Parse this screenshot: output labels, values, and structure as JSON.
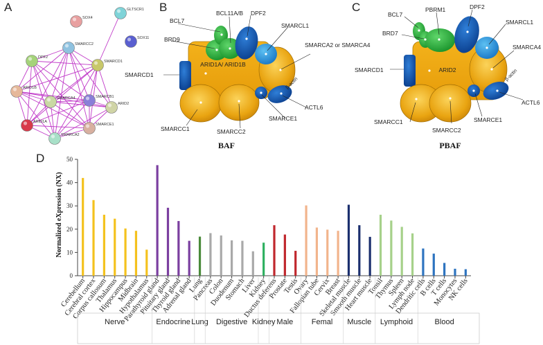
{
  "panels": {
    "a": "A",
    "b": "B",
    "c": "C",
    "d": "D"
  },
  "network": {
    "nodes": [
      {
        "id": "SOX4",
        "color": "#e8a0a0"
      },
      {
        "id": "GLTSCR1",
        "color": "#7fd3d8"
      },
      {
        "id": "SOX11",
        "color": "#5a5fd0"
      },
      {
        "id": "SMARCC2",
        "color": "#8fc2e0"
      },
      {
        "id": "DPF2",
        "color": "#a5d37a"
      },
      {
        "id": "SMARCD1",
        "color": "#c8c86a"
      },
      {
        "id": "ARID1B",
        "color": "#e6b89a"
      },
      {
        "id": "SMARCA4",
        "color": "#c9d9a3"
      },
      {
        "id": "SMARCB1",
        "color": "#8a7fd8"
      },
      {
        "id": "ARID2",
        "color": "#d0d4a6"
      },
      {
        "id": "ARID1A",
        "color": "#d83a4a"
      },
      {
        "id": "SMARCA2",
        "color": "#a8e0c8"
      },
      {
        "id": "SMARCE1",
        "color": "#d8b0a0"
      }
    ]
  },
  "baf": {
    "title": "BAF",
    "core": "ARID1A/ ARID1B",
    "labels": {
      "bcl7": "BCL7",
      "bcl11": "BCL11A/B",
      "dpf2": "DPF2",
      "smarcl1": "SMARCL1",
      "brd9": "BRD9",
      "smarca": "SMARCA2 or SMARCA4",
      "smarcd1": "SMARCD1",
      "bactin": "β-actin",
      "actl6": "ACTL6",
      "smarcc1": "SMARCC1",
      "smarcc2": "SMARCC2",
      "smarce1": "SMARCE1"
    }
  },
  "pbaf": {
    "title": "PBAF",
    "core": "ARID2",
    "labels": {
      "bcl7": "BCL7",
      "pbrm1": "PBRM1",
      "dpf2": "DPF2",
      "brd7": "BRD7",
      "smarcl1": "SMARCL1",
      "smarca4": "SMARCA4",
      "smarcd1": "SMARCD1",
      "bactin": "β-actin",
      "actl6": "ACTL6",
      "smarcc1": "SMARCC1",
      "smarcc2": "SMARCC2",
      "smarce1": "SMARCE1"
    }
  },
  "chart_data": {
    "type": "bar",
    "ylabel": "Normalized eXpression (NX)",
    "ylim": [
      0,
      50
    ],
    "yticks": [
      0,
      10,
      20,
      30,
      40,
      50
    ],
    "categories": [
      "Cerebellum",
      "Cerebral cortex",
      "Corpus callosum",
      "Thalamus",
      "Hippocampus",
      "Midbrain",
      "Hypothalamus",
      "Parathyroid gland",
      "Pituitary gland",
      "Thyroid gland",
      "Adrenal gland",
      "Lung",
      "Pancreas",
      "Colon",
      "Duodenum",
      "Stomach",
      "Liver",
      "Kidney",
      "Ductus deferens",
      "Prostate",
      "Testis",
      "Ovary",
      "Fallopian tube",
      "Cervix",
      "Breast",
      "Skeletal muscle",
      "Smooth muscle",
      "Heart muscle",
      "Tonsil",
      "Thymus",
      "Spleen",
      "Lymph node",
      "Dendritic cells",
      "B cells",
      "T cells",
      "Monocytes",
      "NK cells"
    ],
    "values": [
      42,
      32.5,
      26.2,
      24.5,
      20.3,
      19.3,
      11.2,
      47.5,
      29.2,
      23.5,
      15,
      16.8,
      18.3,
      17.3,
      15.2,
      15,
      10.5,
      14.2,
      21.7,
      17.7,
      10.7,
      30.2,
      20.7,
      19.8,
      19.3,
      30.5,
      21.7,
      16.7,
      26.2,
      23.7,
      21,
      18.2,
      11.7,
      9.5,
      5.5,
      3,
      2.8
    ],
    "colors": [
      "#f4c21e",
      "#f4c21e",
      "#f4c21e",
      "#f4c21e",
      "#f4c21e",
      "#f4c21e",
      "#f4c21e",
      "#7b3fa0",
      "#7b3fa0",
      "#7b3fa0",
      "#7b3fa0",
      "#4a8a3a",
      "#a9a9a9",
      "#a9a9a9",
      "#a9a9a9",
      "#a9a9a9",
      "#a9a9a9",
      "#2eb060",
      "#c0272d",
      "#c0272d",
      "#c0272d",
      "#f2b48c",
      "#f2b48c",
      "#f2b48c",
      "#f2b48c",
      "#1b2f6e",
      "#1b2f6e",
      "#1b2f6e",
      "#a6d18a",
      "#a6d18a",
      "#a6d18a",
      "#a6d18a",
      "#2e74c0",
      "#2e74c0",
      "#2e74c0",
      "#2e74c0",
      "#2e74c0"
    ],
    "groups": [
      {
        "name": "Nerve",
        "from": 0,
        "to": 6
      },
      {
        "name": "Endocrine",
        "from": 7,
        "to": 10
      },
      {
        "name": "Lung",
        "from": 11,
        "to": 11
      },
      {
        "name": "Digestive",
        "from": 12,
        "to": 16
      },
      {
        "name": "Kidney",
        "from": 17,
        "to": 17
      },
      {
        "name": "Male",
        "from": 18,
        "to": 20
      },
      {
        "name": "Femal",
        "from": 21,
        "to": 24
      },
      {
        "name": "Muscle",
        "from": 25,
        "to": 27
      },
      {
        "name": "Lymphoid",
        "from": 28,
        "to": 31
      },
      {
        "name": "Blood",
        "from": 32,
        "to": 36
      }
    ]
  }
}
